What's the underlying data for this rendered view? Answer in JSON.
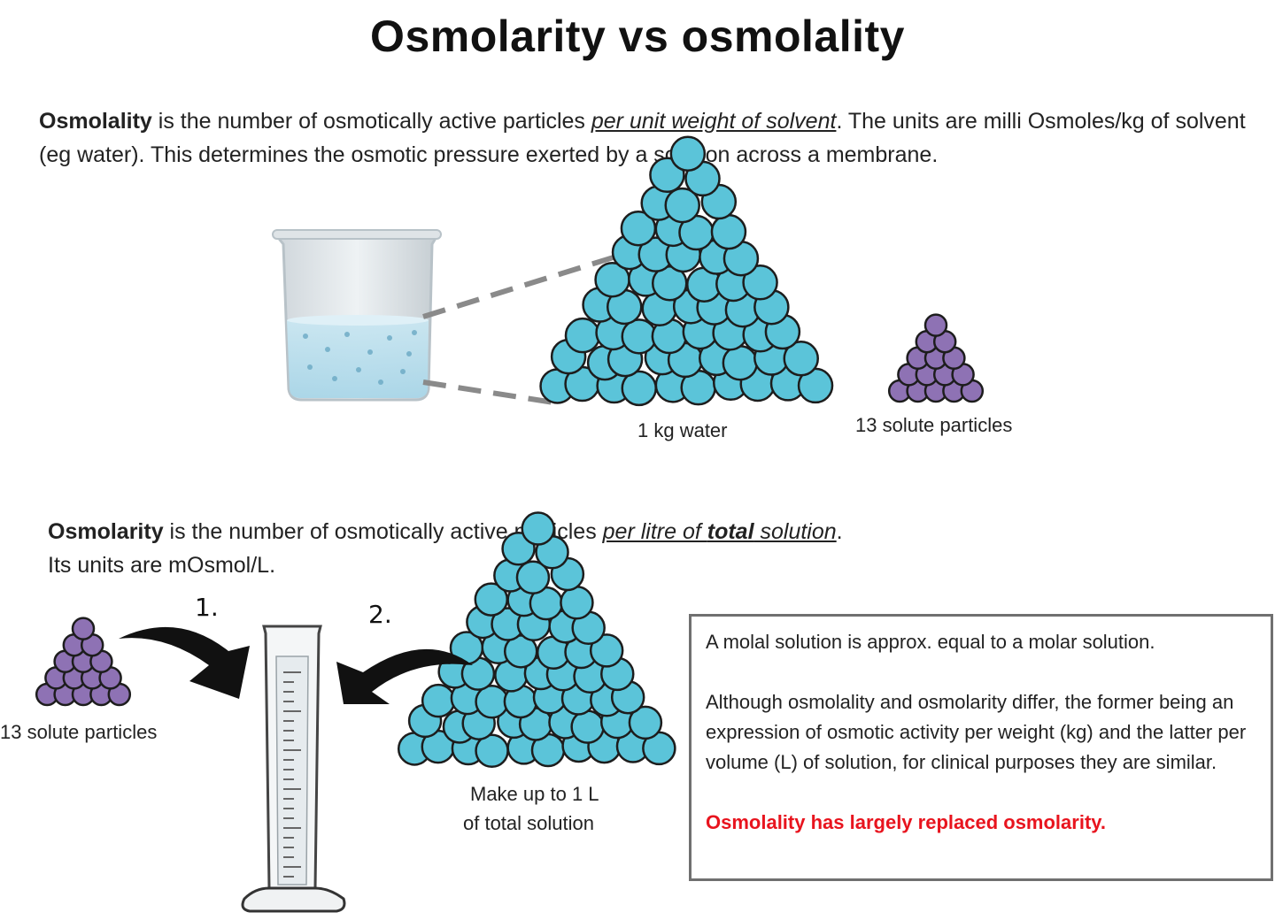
{
  "title": "Osmolarity vs osmolality",
  "osmolality": {
    "term": "Osmolality",
    "text1": " is the number of osmotically active particles ",
    "emph": "per unit weight of solvent",
    "text2": ". The units are milli Osmoles/kg of solvent (eg water). This determines the osmotic pressure exerted by a solution across a membrane."
  },
  "osmolarity": {
    "term": "Osmolarity",
    "text1": " is the number of osmotically active particles  ",
    "emph_a": "per litre of ",
    "emph_b": "total",
    "emph_c": " solution",
    "text2": ".",
    "line2": "Its units are mOsmol/L."
  },
  "labels": {
    "water": "1 kg water",
    "solute_top": "13 solute particles",
    "solute_bottom": "13 solute particles",
    "makeup_line1": "Make up to 1 L",
    "makeup_line2": "of total solution",
    "step1": "1.",
    "step2": "2."
  },
  "note": {
    "p1": "A molal solution is approx. equal to a molar solution.",
    "p2": "Although osmolality and osmolarity differ, the former being an expression of osmotic activity per weight (kg) and the latter per volume (L) of solution, for clinical purposes they are similar.",
    "p3": "Osmolality has largely replaced osmolarity."
  },
  "colors": {
    "water_particle": "#5bc4d9",
    "solute_particle": "#8e72b4",
    "emphasis_red": "#e8141e"
  }
}
